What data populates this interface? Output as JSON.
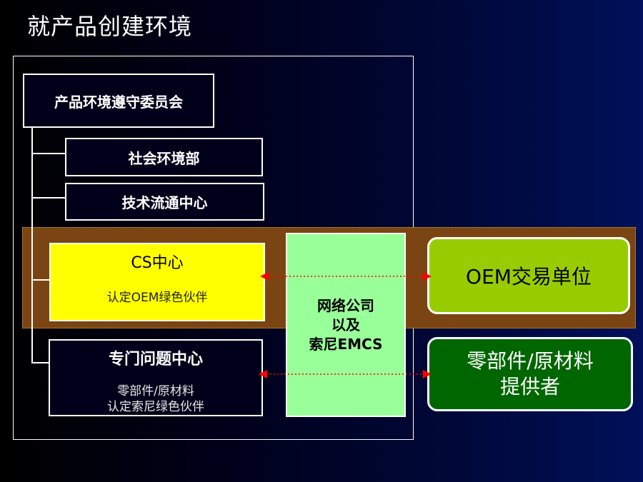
{
  "title": "就产品创建环境",
  "committee": "产品环境遵守委员会",
  "dept_social": "社会环境部",
  "dept_tech": "技术流通中心",
  "cs_center": {
    "title": "CS中心",
    "subtitle": "认定OEM绿色伙伴"
  },
  "special_center": {
    "title": "专门问题中心",
    "line1": "零部件/原材料",
    "line2": "认定索尼绿色伙伴"
  },
  "network": {
    "line1": "网络公司",
    "line2": "以及",
    "line3": "索尼EMCS"
  },
  "oem_unit": "OEM交易单位",
  "supplier": {
    "line1": "零部件/原材料",
    "line2": "提供者"
  },
  "colors": {
    "cs_fill": "#ffff00",
    "network_fill": "#99ff99",
    "oem_fill": "#99cc00",
    "supplier_fill": "#006600",
    "band_fill": "#7a4512",
    "arrow": "#ff0000"
  }
}
